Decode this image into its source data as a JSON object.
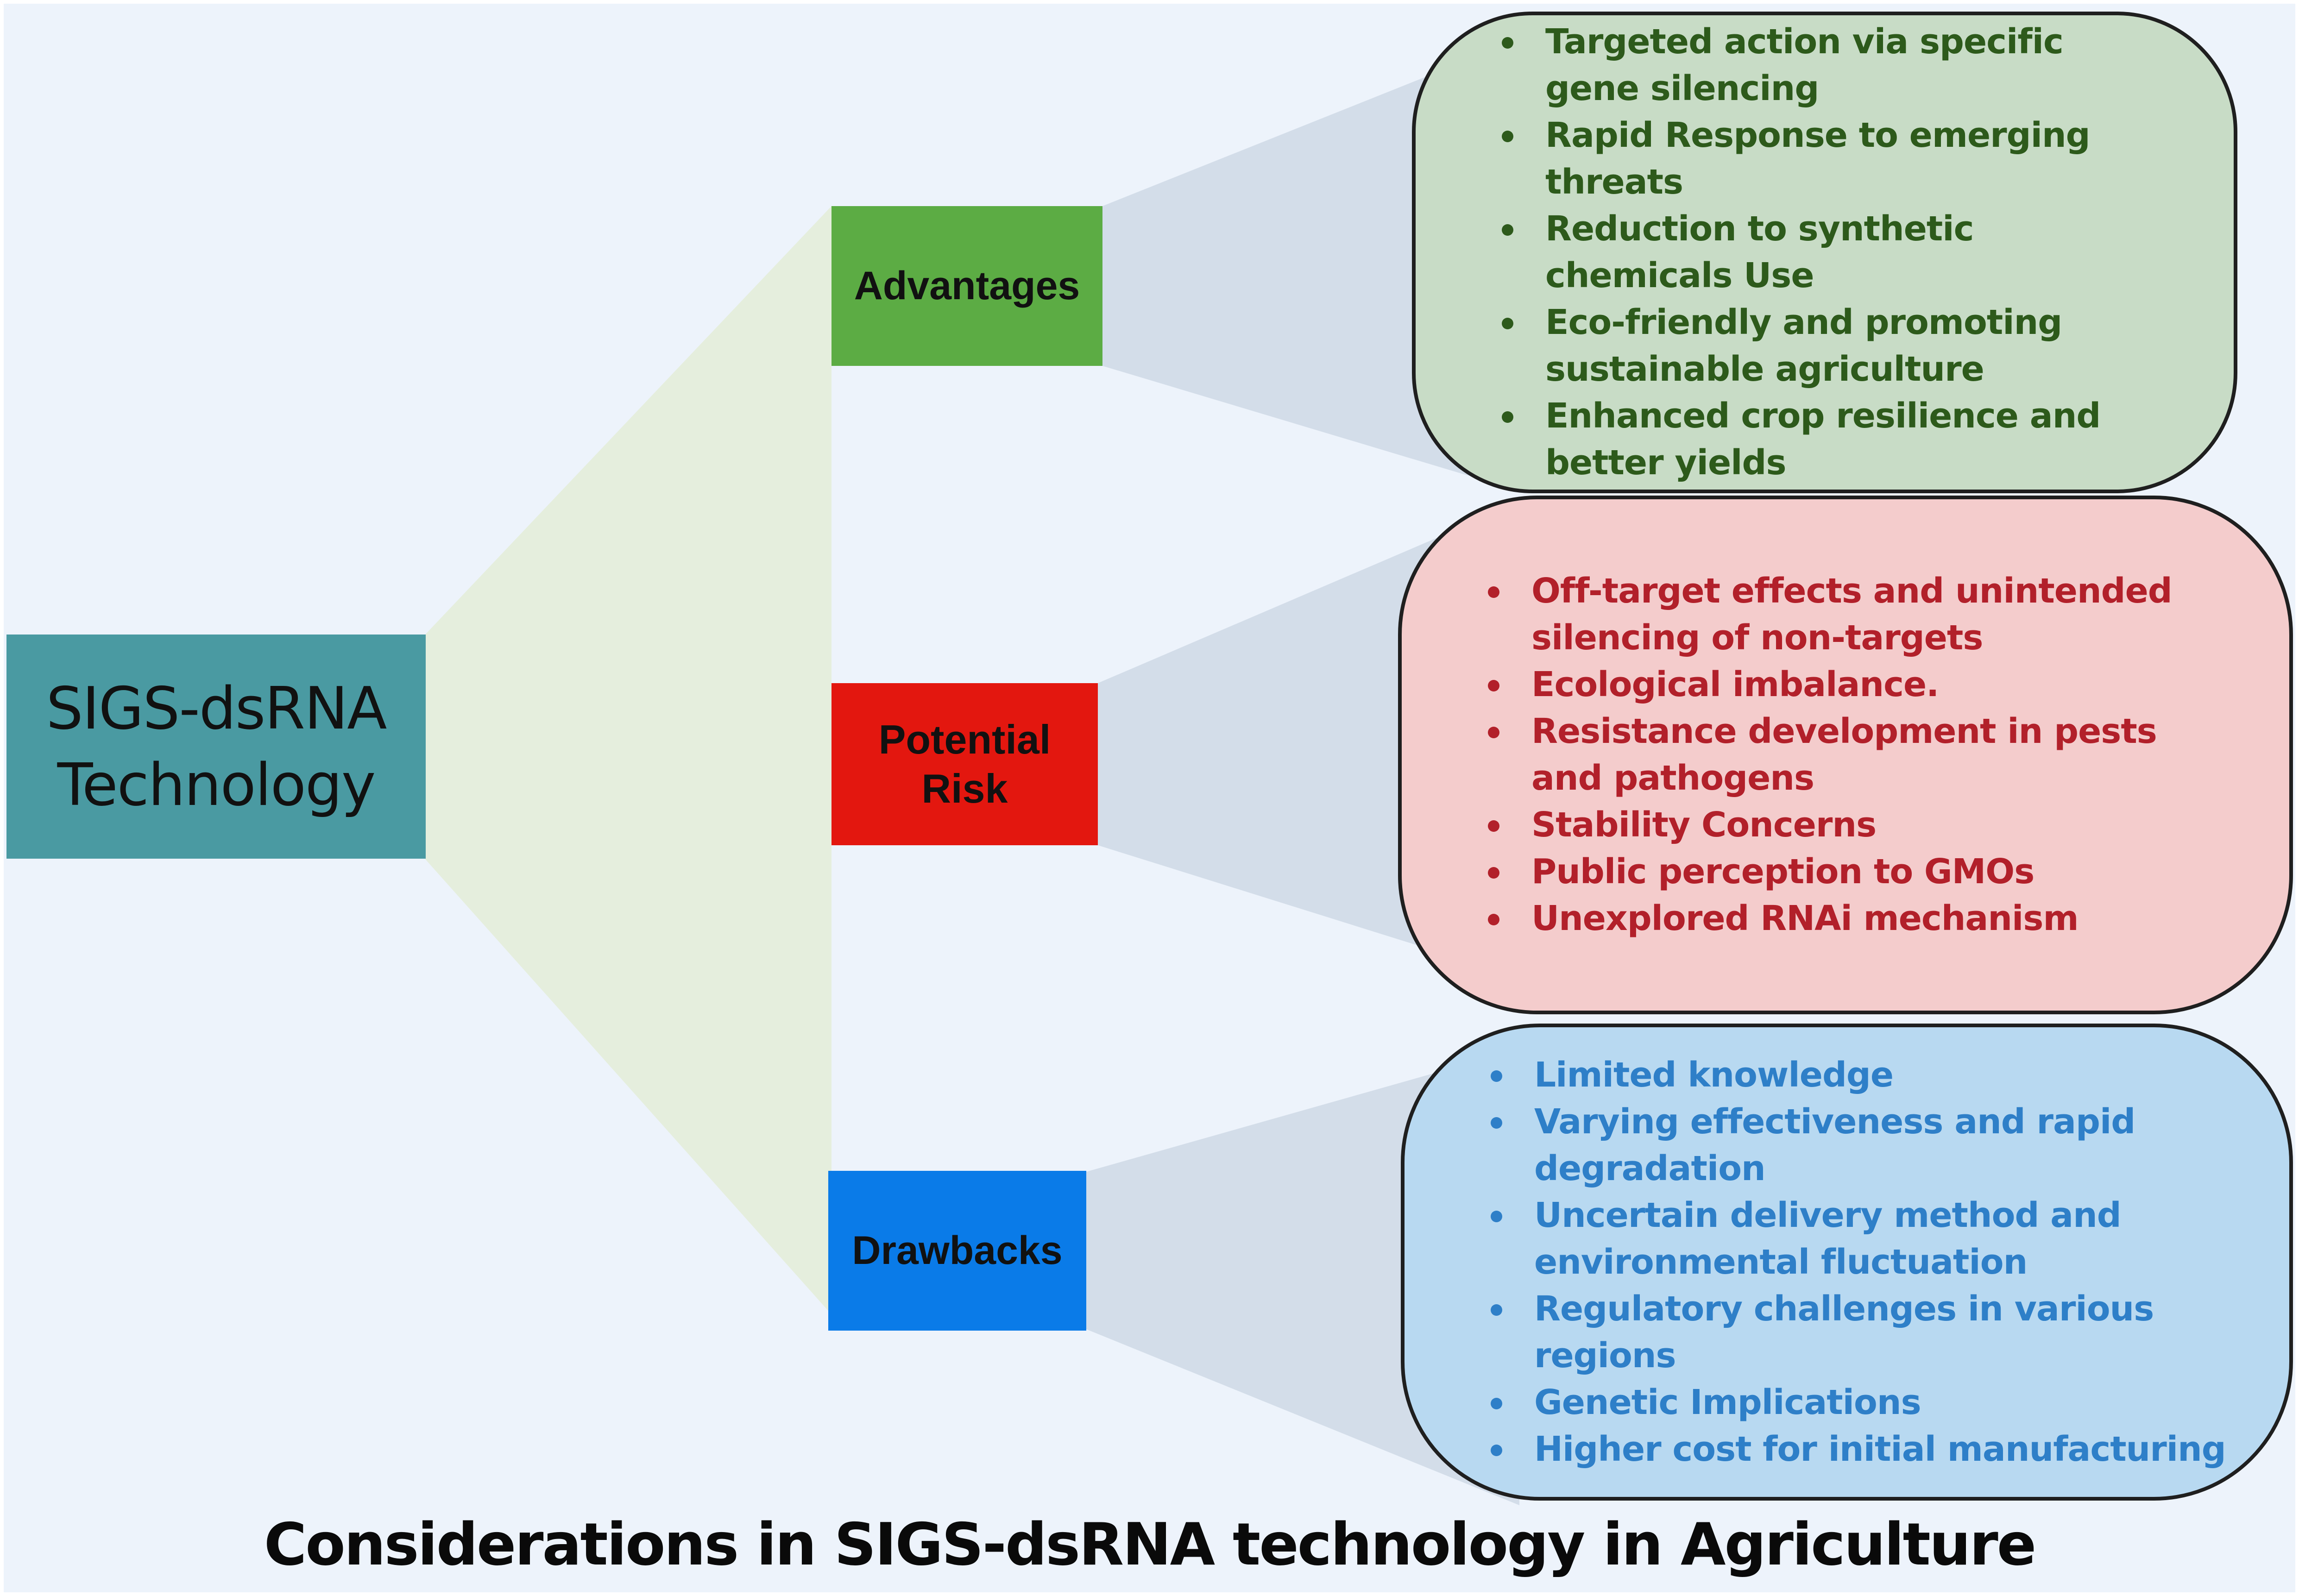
{
  "colors": {
    "background": "#edf3fb",
    "tree_wedge": "#e5eedd",
    "callout_shadow": "#d3dde9",
    "root_box": "#4a9aa2",
    "advantages_box": "#5cac44",
    "risk_box": "#e3170f",
    "drawbacks_box": "#0a7be8",
    "advantages_pill": "#c8dcc6",
    "advantages_text": "#2d5a1b",
    "risk_pill": "#f4cccc",
    "risk_text": "#b2202a",
    "drawbacks_pill": "#b8d9f1",
    "drawbacks_text": "#2e7fc8"
  },
  "root": {
    "label_line1": "SIGS-dsRNA",
    "label_line2": "Technology"
  },
  "branches": {
    "advantages": {
      "label": "Advantages",
      "items": [
        "Targeted action via specific gene silencing",
        "Rapid Response to emerging threats",
        "Reduction to synthetic chemicals Use",
        "Eco-friendly and promoting sustainable agriculture",
        "Enhanced crop resilience and better yields"
      ]
    },
    "risk": {
      "label_line1": "Potential",
      "label_line2": "Risk",
      "items": [
        "Off-target effects and unintended silencing of  non-targets",
        "Ecological imbalance.",
        "Resistance development in pests and pathogens",
        "Stability Concerns",
        "Public perception to GMOs",
        "Unexplored RNAi mechanism"
      ]
    },
    "drawbacks": {
      "label": "Drawbacks",
      "items": [
        "Limited knowledge",
        "Varying effectiveness and rapid degradation",
        "Uncertain delivery method and environmental fluctuation",
        "Regulatory challenges in various regions",
        "Genetic Implications",
        "Higher cost for initial manufacturing"
      ]
    }
  },
  "title": "Considerations in SIGS-dsRNA technology in Agriculture"
}
